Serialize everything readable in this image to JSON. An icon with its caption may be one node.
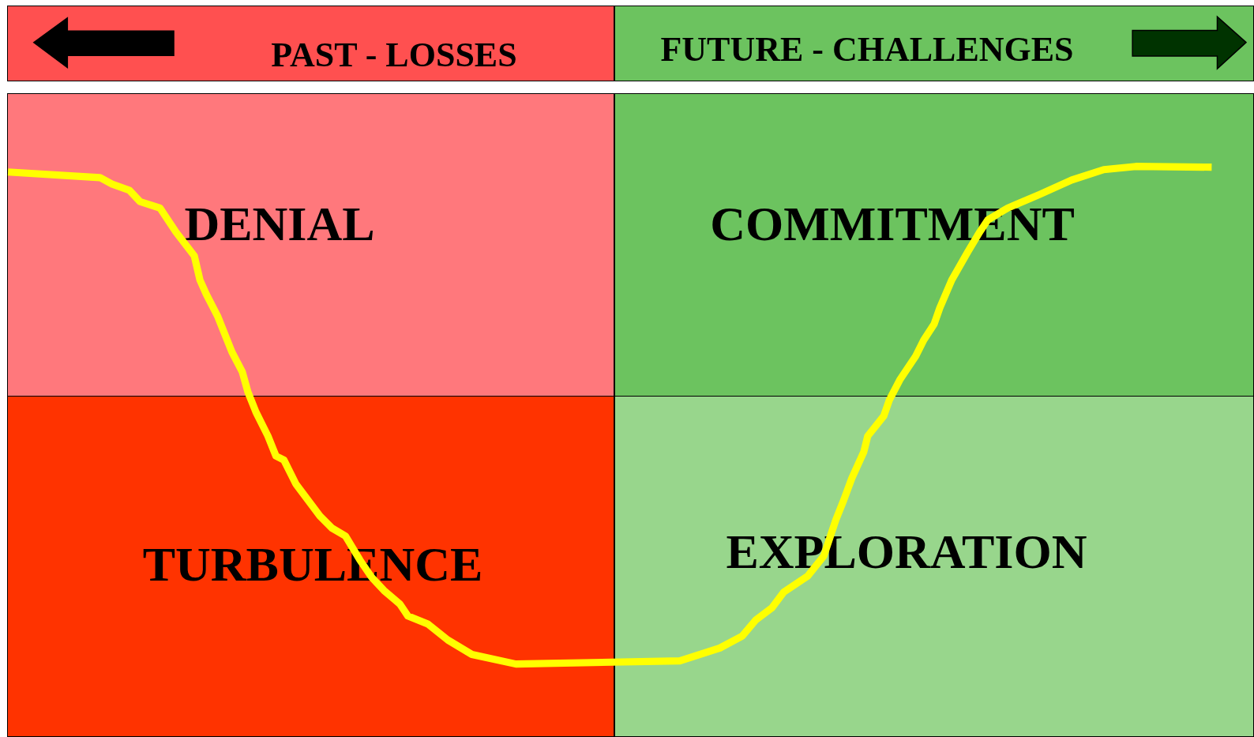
{
  "diagram": {
    "nodes": [
      {
        "text": [
          "PAST - LOSSES"
        ]
      },
      {
        "text": [
          "FUTURE - CHALLENGES"
        ]
      },
      {
        "text": [
          "DENIAL"
        ]
      },
      {
        "text": [
          "COMMITMENT"
        ]
      },
      {
        "text": [
          "TURBULENCE"
        ]
      },
      {
        "text": [
          "EXPLORATION"
        ]
      }
    ]
  }
}
